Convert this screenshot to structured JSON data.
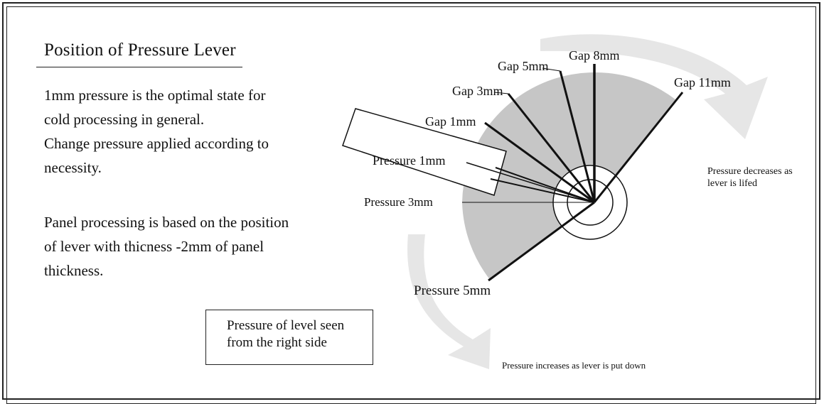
{
  "title": "Position of Pressure Lever",
  "paragraph1": [
    "1mm pressure is the optimal state for",
    "cold processing in general.",
    "Change pressure applied according to",
    "necessity."
  ],
  "paragraph2": [
    "Panel processing is based on the position",
    "of lever with thicness -2mm of panel",
    "thickness."
  ],
  "caption": [
    "Pressure of level seen",
    "from the right side"
  ],
  "labels": {
    "gap_8mm": "Gap 8mm",
    "gap_5mm": "Gap 5mm",
    "gap_3mm": "Gap 3mm",
    "gap_1mm": "Gap 1mm",
    "gap_11mm": "Gap 11mm",
    "pressure_1mm": "Pressure 1mm",
    "pressure_3mm": "Pressure 3mm",
    "pressure_5mm": "Pressure 5mm"
  },
  "notes": {
    "decrease": [
      "Pressure decreases as",
      "lever is lifed"
    ],
    "increase": "Pressure increases as lever is put down"
  },
  "colors": {
    "sector_fill": "#c6c6c6",
    "arrow_fill": "#e6e6e6",
    "line": "#111111"
  }
}
